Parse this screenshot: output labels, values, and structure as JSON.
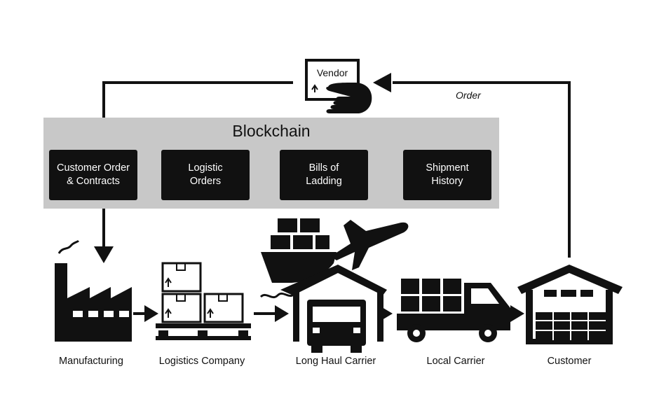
{
  "vendor": {
    "label": "Vendor"
  },
  "order_label": "Order",
  "blockchain": {
    "title": "Blockchain",
    "records": [
      {
        "label": "Customer Order\n& Contracts"
      },
      {
        "label": "Logistic\nOrders"
      },
      {
        "label": "Bills of\nLadding"
      },
      {
        "label": "Shipment\nHistory"
      }
    ]
  },
  "chain_steps": [
    {
      "label": "Manufacturing",
      "icon": "factory-icon"
    },
    {
      "label": "Logistics Company",
      "icon": "pallet-boxes-icon"
    },
    {
      "label": "Long Haul Carrier",
      "icon": "ship-plane-truck-icon"
    },
    {
      "label": "Local Carrier",
      "icon": "delivery-truck-icon"
    },
    {
      "label": "Customer",
      "icon": "warehouse-icon"
    }
  ],
  "colors": {
    "panel": "#c8c8c8",
    "ink": "#111111",
    "text_on_dark": "#ffffff"
  }
}
